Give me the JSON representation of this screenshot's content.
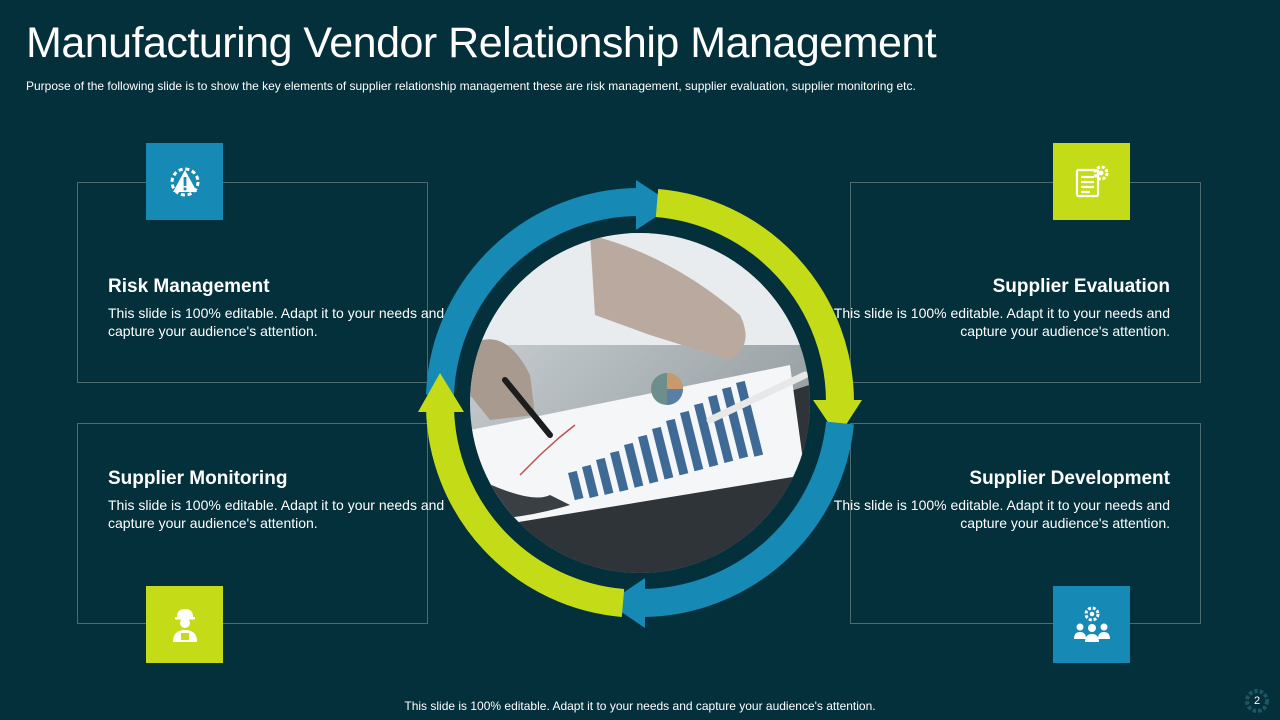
{
  "slide": {
    "title": "Manufacturing Vendor Relationship Management",
    "subtitle": "Purpose of the following slide is to show the key elements of supplier relationship management these are risk management, supplier evaluation, supplier monitoring etc.",
    "footer": "This slide is 100% editable. Adapt it to your needs and capture your audience's attention.",
    "page_number": "2"
  },
  "colors": {
    "background": "#03303b",
    "blue": "#1689b4",
    "lime": "#c4dc18"
  },
  "cards": [
    {
      "title": "Risk Management",
      "description": "This slide is 100% editable. Adapt it to your needs and capture your audience's attention.",
      "icon": "warning-gear-icon"
    },
    {
      "title": "Supplier Evaluation",
      "description": "This slide is 100% editable. Adapt it to your needs and capture your audience's attention.",
      "icon": "clipboard-gear-icon"
    },
    {
      "title": "Supplier Monitoring",
      "description": "This slide is 100% editable. Adapt it to your needs and capture your audience's attention.",
      "icon": "worker-icon"
    },
    {
      "title": "Supplier Development",
      "description": "This slide is 100% editable. Adapt it to your needs and capture your audience's attention.",
      "icon": "team-gear-icon"
    }
  ]
}
